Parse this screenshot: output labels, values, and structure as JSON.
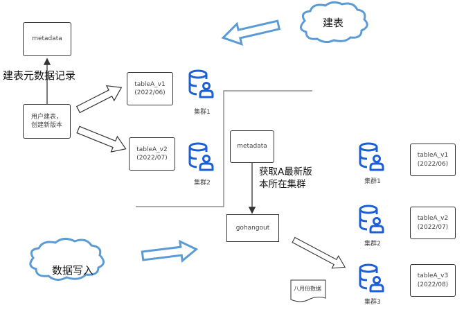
{
  "colors": {
    "accent_blue": "#1a5fd8",
    "arrow_blue": "#5b9bd5",
    "stroke": "#333333",
    "divider": "#777777"
  },
  "left_section": {
    "metadata_box": "metadata",
    "create_meta_label": "建表元数据记录",
    "user_box": "用户建表，\n创建新版本",
    "tables": [
      {
        "name": "tableA_v1",
        "date": "(2022/06)",
        "cluster": "集群1"
      },
      {
        "name": "tableA_v2",
        "date": "(2022/07)",
        "cluster": "集群2"
      }
    ]
  },
  "cloud_create": {
    "label": "建表"
  },
  "cloud_write": {
    "label": "数据写入"
  },
  "middle_section": {
    "metadata_box": "metadata",
    "query_label": "获取A最新版\n本所在集群",
    "gohangout_box": "gohangout",
    "document_label": "八月份数据"
  },
  "right_section": {
    "clusters": [
      {
        "cluster": "集群1",
        "name": "tableA_v1",
        "date": "(2022/06)"
      },
      {
        "cluster": "集群2",
        "name": "tableA_v2",
        "date": "(2022/07)"
      },
      {
        "cluster": "集群3",
        "name": "tableA_v3",
        "date": "(2022/08)"
      }
    ]
  },
  "icons": {
    "cluster_icon": "database-user-icon",
    "cloud_icon": "cloud-icon",
    "block_arrow": "block-arrow-icon",
    "document_icon": "document-icon"
  }
}
